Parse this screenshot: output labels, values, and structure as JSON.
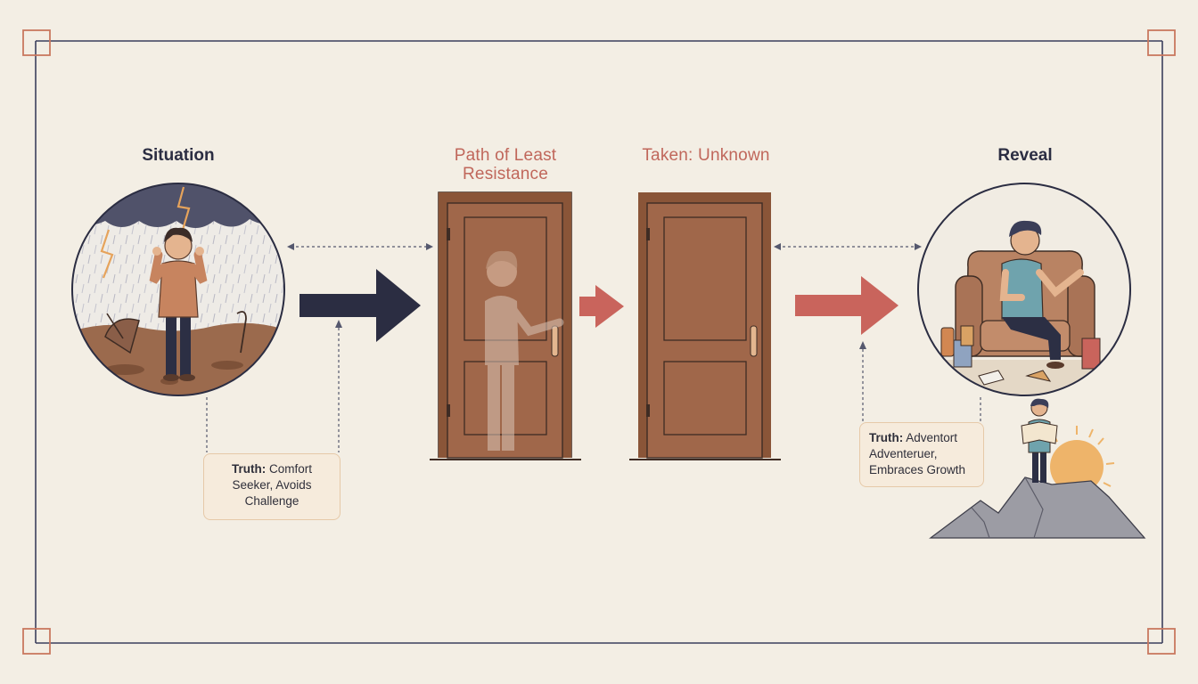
{
  "headings": {
    "situation": "Situation",
    "path": "Path of Least Resistance",
    "taken": "Taken: Unknown",
    "reveal": "Reveal"
  },
  "notes": {
    "left": {
      "label": "Truth:",
      "text": "Comfort Seeker, Avoids Challenge"
    },
    "right": {
      "label": "Truth:",
      "text": "Adventort Adventeruer, Embraces Growth"
    }
  },
  "colors": {
    "background": "#f3eee4",
    "frame": "#3b3f5c",
    "corner_accent": "#c9785f",
    "dark_arrow": "#2b2d42",
    "red_arrow": "#c9645c",
    "door": "#a0674a",
    "door_frame": "#8a5538",
    "note_fill": "#f6ebdc",
    "note_border": "#e6c9a8",
    "sun": "#eeb46a"
  },
  "icons": [
    "storm-cloud-icon",
    "lightning-icon",
    "broken-umbrella-icon",
    "door-icon",
    "faded-person-icon",
    "sun-icon",
    "mountain-icon",
    "armchair-icon",
    "snacks-icon",
    "map-reading-person-icon"
  ]
}
